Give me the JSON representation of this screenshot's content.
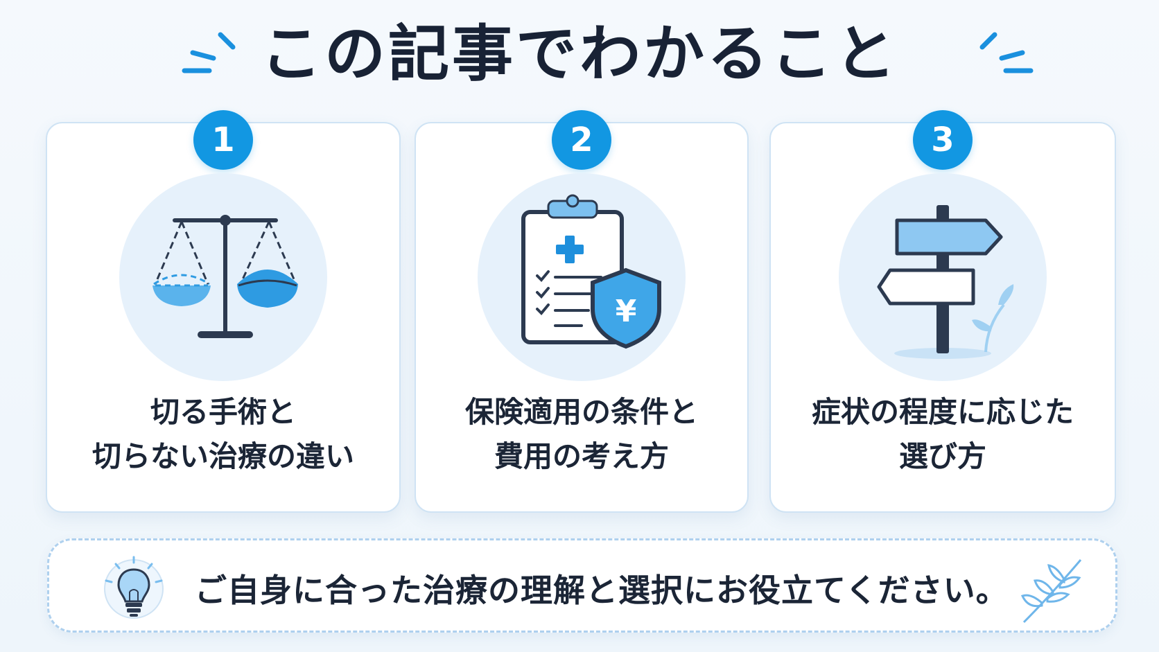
{
  "header": {
    "title": "この記事でわかること"
  },
  "cards": [
    {
      "number": "1",
      "icon": "balance-scale-icon",
      "lines": [
        "切る手術と",
        "切らない治療の違い"
      ]
    },
    {
      "number": "2",
      "icon": "clipboard-shield-yen-icon",
      "lines": [
        "保険適用の条件と",
        "費用の考え方"
      ],
      "icon_text": "¥"
    },
    {
      "number": "3",
      "icon": "signpost-icon",
      "lines": [
        "症状の程度に応じた",
        "選び方"
      ]
    }
  ],
  "banner": {
    "icon": "lightbulb-icon",
    "text": "ご自身に合った治療の理解と選択にお役立てください。",
    "decoration": "leaf-branch-icon"
  },
  "colors": {
    "accent": "#1297e2",
    "light_blue": "#e6f1fb",
    "border": "#cfe3f4",
    "text": "#1b2536"
  }
}
